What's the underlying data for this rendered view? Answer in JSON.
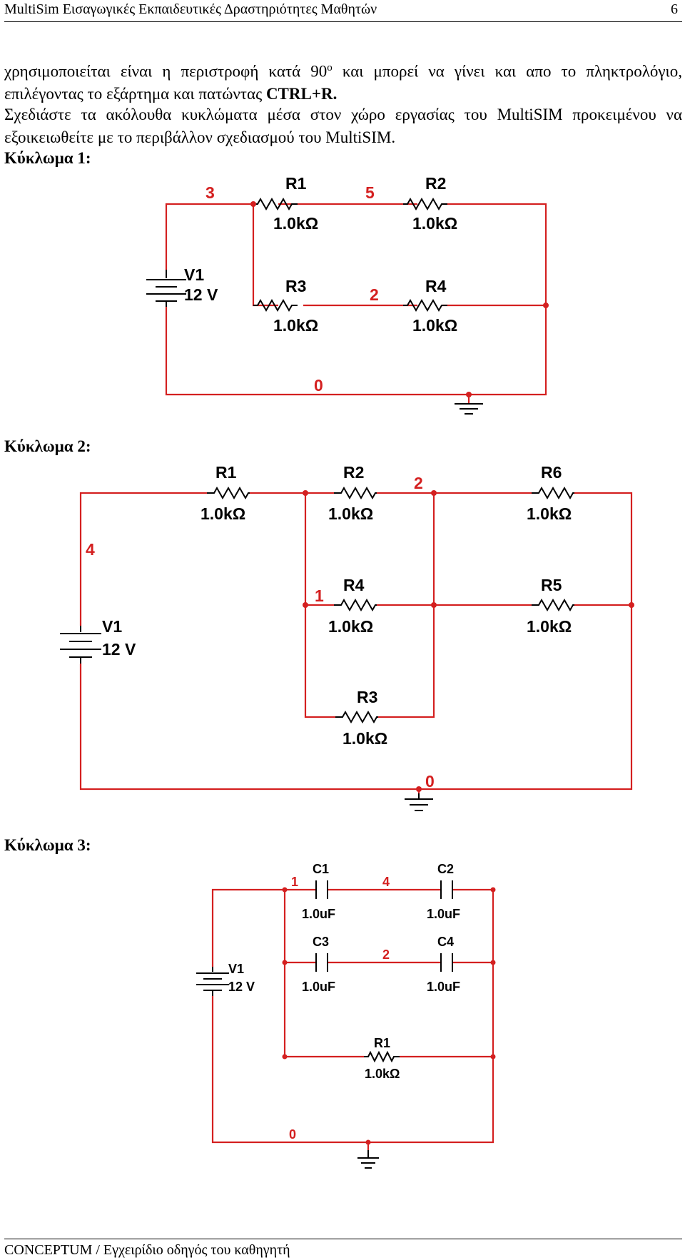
{
  "header": {
    "title": "MultiSim Εισαγωγικές Εκπαιδευτικές Δραστηριότητες Μαθητών",
    "page": "6"
  },
  "intro": {
    "line1a": "χρησιμοποιείται είναι η περιστροφή κατά 90",
    "degree": "ο",
    "line1b": " και μπορεί να γίνει και απο το πληκτρολόγιο, επιλέγοντας το εξάρτημα και πατώντας ",
    "shortcut": "CTRL+R",
    "line1c": ".",
    "line2": "Σχεδιάστε τα ακόλουθα κυκλώματα μέσα στον χώρο εργασίας του MultiSIM προκειμένου να εξοικειωθείτε με το περιβάλλον σχεδιασμού του MultiSIM."
  },
  "circuit1": {
    "heading": "Κύκλωμα 1:",
    "nodes": [
      "3",
      "5",
      "2",
      "0"
    ],
    "source": {
      "name": "V1",
      "value": "12 V"
    },
    "resistors": [
      {
        "name": "R1",
        "value": "1.0kΩ"
      },
      {
        "name": "R2",
        "value": "1.0kΩ"
      },
      {
        "name": "R3",
        "value": "1.0kΩ"
      },
      {
        "name": "R4",
        "value": "1.0kΩ"
      }
    ]
  },
  "circuit2": {
    "heading": "Κύκλωμα 2:",
    "nodes": [
      "4",
      "2",
      "1",
      "0"
    ],
    "source": {
      "name": "V1",
      "value": "12 V"
    },
    "resistors": [
      {
        "name": "R1",
        "value": "1.0kΩ"
      },
      {
        "name": "R2",
        "value": "1.0kΩ"
      },
      {
        "name": "R6",
        "value": "1.0kΩ"
      },
      {
        "name": "R4",
        "value": "1.0kΩ"
      },
      {
        "name": "R5",
        "value": "1.0kΩ"
      },
      {
        "name": "R3",
        "value": "1.0kΩ"
      }
    ]
  },
  "circuit3": {
    "heading": "Κύκλωμα 3:",
    "nodes": [
      "1",
      "4",
      "2",
      "0"
    ],
    "source": {
      "name": "V1",
      "value": "12 V"
    },
    "capacitors": [
      {
        "name": "C1",
        "value": "1.0uF"
      },
      {
        "name": "C2",
        "value": "1.0uF"
      },
      {
        "name": "C3",
        "value": "1.0uF"
      },
      {
        "name": "C4",
        "value": "1.0uF"
      }
    ],
    "resistors": [
      {
        "name": "R1",
        "value": "1.0kΩ"
      }
    ]
  },
  "footer": {
    "text": "CONCEPTUM / Εγχειρίδιο οδηγός του καθηγητή"
  }
}
